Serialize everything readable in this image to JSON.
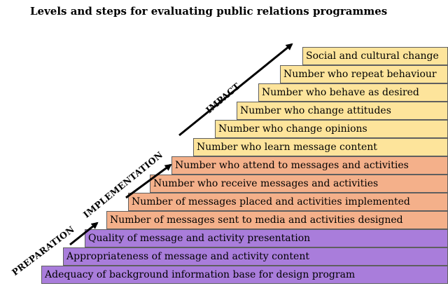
{
  "title": "Levels and steps for evaluating public relations programmes",
  "colors": {
    "preparation": "#a97ddb",
    "implementation": "#f4b08a",
    "impact": "#fde49b"
  },
  "phases": [
    {
      "label": "PREPARATION"
    },
    {
      "label": "IMPLEMENTATION"
    },
    {
      "label": "IMPACT"
    }
  ],
  "steps": [
    {
      "label": "Social and cultural change",
      "level": "impact"
    },
    {
      "label": "Number who repeat behaviour",
      "level": "impact"
    },
    {
      "label": "Number who behave as desired",
      "level": "impact"
    },
    {
      "label": "Number who change attitudes",
      "level": "impact"
    },
    {
      "label": "Number who change opinions",
      "level": "impact"
    },
    {
      "label": "Number who learn message content",
      "level": "impact"
    },
    {
      "label": "Number who attend to messages and activities",
      "level": "implementation"
    },
    {
      "label": "Number who receive messages and activities",
      "level": "implementation"
    },
    {
      "label": "Number of messages placed and activities implemented",
      "level": "implementation"
    },
    {
      "label": "Number of messages sent to media and activities designed",
      "level": "implementation"
    },
    {
      "label": "Quality of message and activity presentation",
      "level": "preparation"
    },
    {
      "label": "Appropriateness of message and activity content",
      "level": "preparation"
    },
    {
      "label": "Adequacy of background information base for design program",
      "level": "preparation"
    }
  ]
}
